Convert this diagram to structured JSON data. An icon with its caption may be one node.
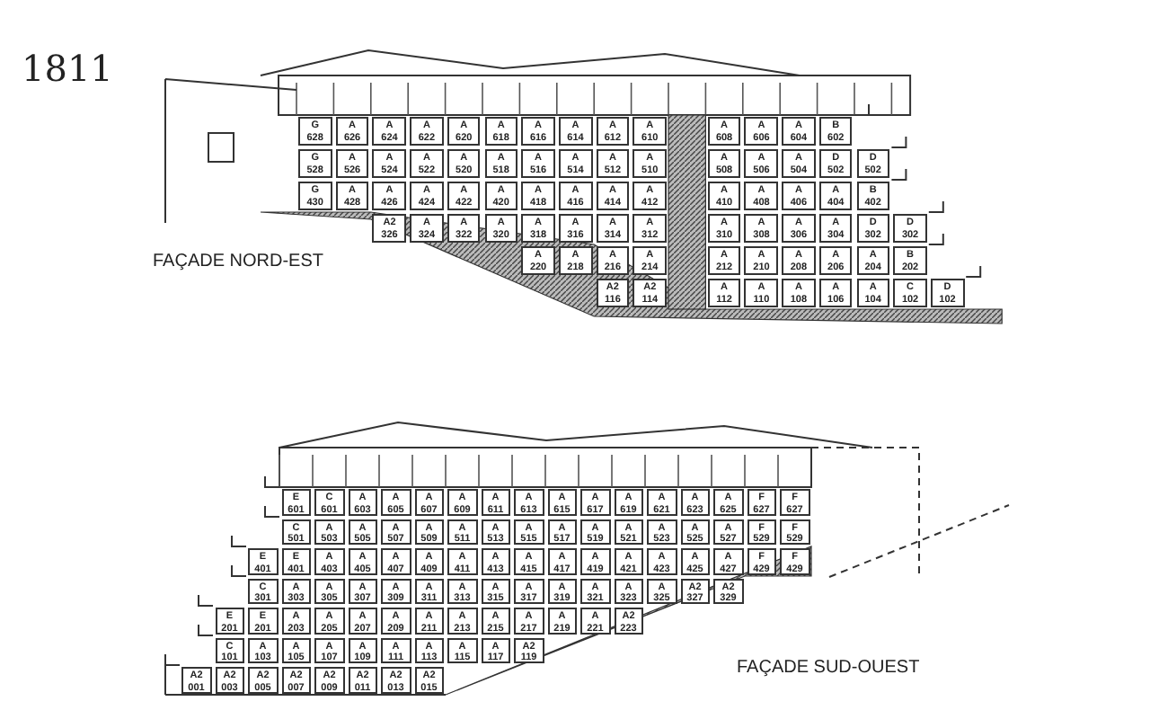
{
  "diagram": {
    "labels": [
      "1811",
      "G 628",
      "A 626",
      "A 624",
      "A 622",
      "A 620",
      "A 618",
      "A 616",
      "A 614",
      "A 612",
      "A 610",
      "A 608",
      "A 606",
      "A 604",
      "B 602",
      "G 528",
      "A 526",
      "A 524",
      "A 522",
      "A 520",
      "A 518",
      "A 516",
      "A 514",
      "A 512",
      "A 510",
      "A 508",
      "A 506",
      "A 504",
      "D 502",
      "D 502",
      "G 430",
      "A 428",
      "A 426",
      "A 424",
      "A 422",
      "A 420",
      "A 418",
      "A 416",
      "A 414",
      "A 412",
      "A 410",
      "A 408",
      "A 406",
      "A 404",
      "B 402",
      "A2 326",
      "A 324",
      "A 322",
      "A 320",
      "A 318",
      "A 316",
      "A 314",
      "A 312",
      "A 310",
      "A 308",
      "A 306",
      "A 304",
      "D 302",
      "D 302",
      "A 220",
      "A 218",
      "A 216",
      "A 214",
      "A 212",
      "A 210",
      "A 208",
      "A 206",
      "A 204",
      "B 202",
      "A2 116",
      "A2 114",
      "A 112",
      "A 110",
      "A 108",
      "A 106",
      "A 104",
      "C 102",
      "D 102",
      "FAÇADE NORD-EST",
      "E 601",
      "C 601",
      "A 603",
      "A 605",
      "A 607",
      "A 609",
      "A 611",
      "A 613",
      "A 615",
      "A 617",
      "A 619",
      "A 621",
      "A 623",
      "A 625",
      "F 627",
      "F 627",
      "C 501",
      "A 503",
      "A 505",
      "A 507",
      "A 509",
      "A 511",
      "A 513",
      "A 515",
      "A 517",
      "A 519",
      "A 521",
      "A 523",
      "A 525",
      "A 527",
      "F 529",
      "F 529",
      "E 401",
      "E 401",
      "A 403",
      "A 405",
      "A 407",
      "A 409",
      "A 411",
      "A 413",
      "A 415",
      "A 417",
      "A 419",
      "A 421",
      "A 423",
      "A 425",
      "A 427",
      "F 429",
      "F 429",
      "C 301",
      "A 303",
      "A 305",
      "A 307",
      "A 309",
      "A 311",
      "A 313",
      "A 315",
      "A 317",
      "A 319",
      "A 321",
      "A 323",
      "A 325",
      "A2 327",
      "A2 329",
      "E 201",
      "E 201",
      "A 203",
      "A 205",
      "A 207",
      "A 209",
      "A 211",
      "A 213",
      "A 215",
      "A 217",
      "A 219",
      "A 221",
      "A2 223",
      "C 101",
      "A 103",
      "A 105",
      "A 107",
      "A 109",
      "A 111",
      "A 113",
      "A 115",
      "A 117",
      "A2 119",
      "A2 001",
      "A2 003",
      "A2 005",
      "A2 007",
      "A2 009",
      "A2 011",
      "A2 013",
      "A2 015",
      "FAÇADE SUD-OUEST"
    ]
  }
}
